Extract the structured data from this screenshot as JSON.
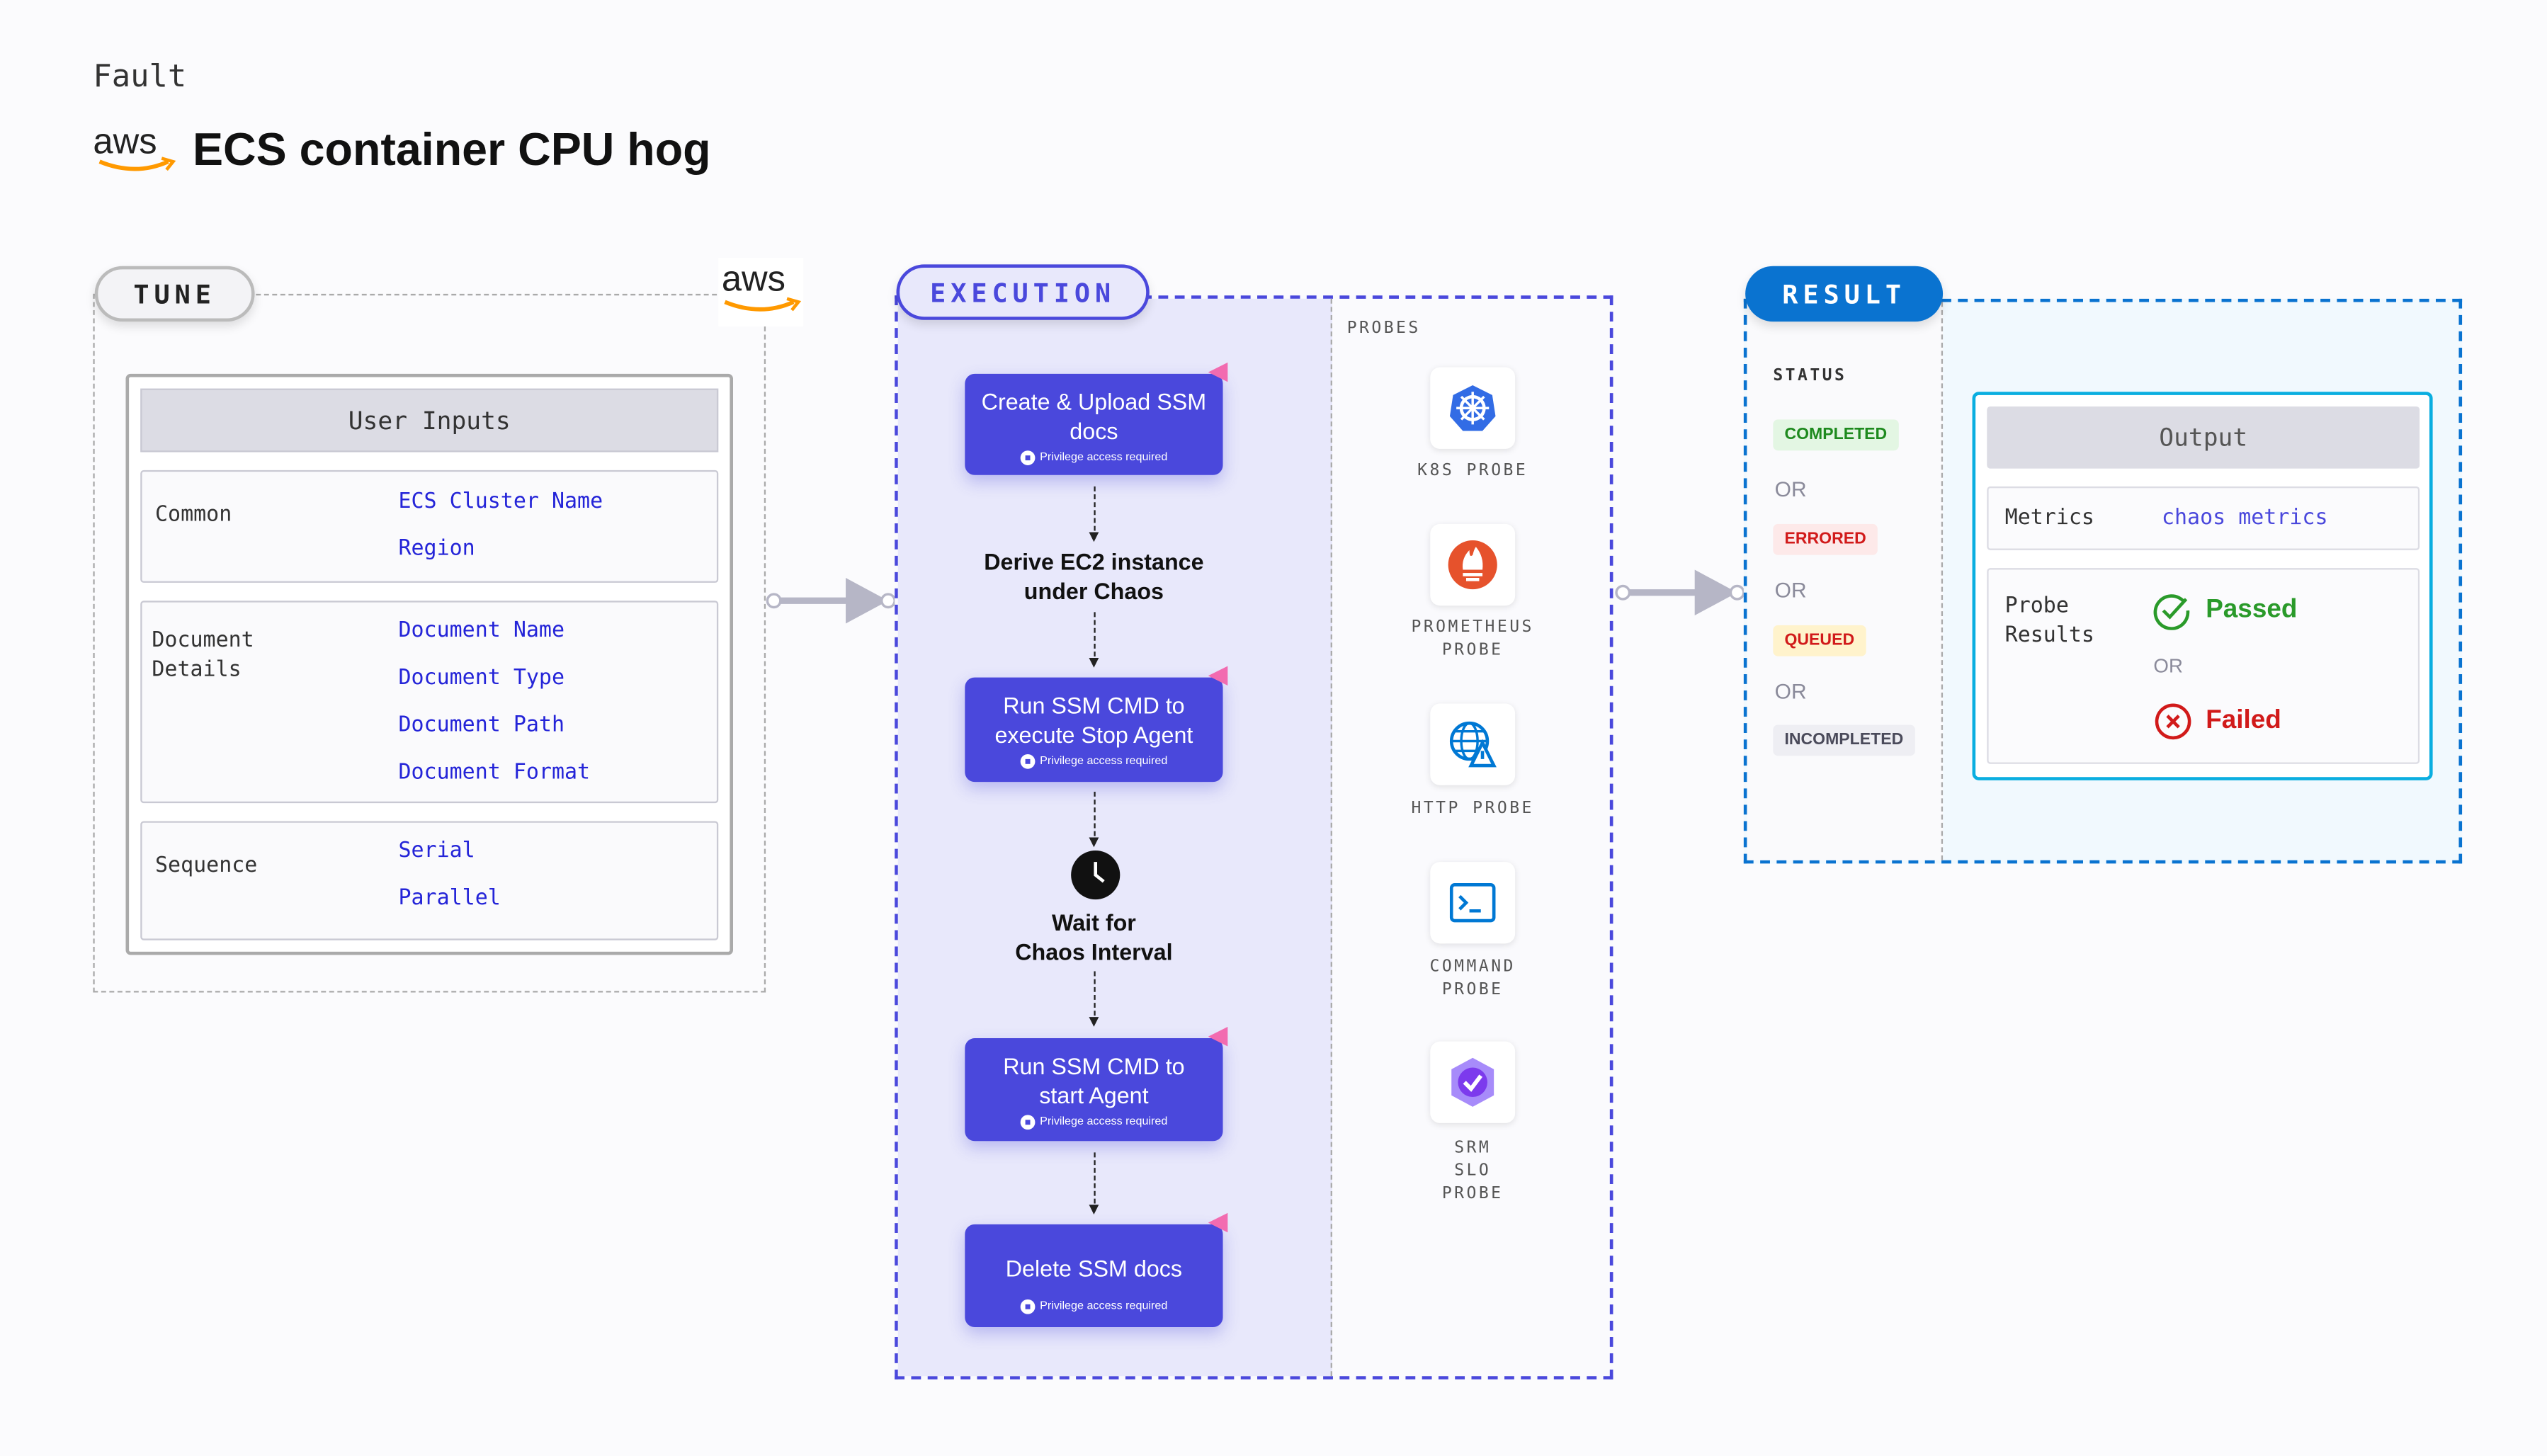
{
  "header": {
    "kicker": "Fault",
    "logo": "aws",
    "title": "ECS container CPU hog"
  },
  "tune": {
    "label": "TUNE",
    "logo": "aws",
    "panel_title": "User Inputs",
    "rows": [
      {
        "label": "Common",
        "values": [
          "ECS Cluster Name",
          "Region"
        ]
      },
      {
        "label": "Document\nDetails",
        "values": [
          "Document Name",
          "Document Type",
          "Document Path",
          "Document Format"
        ]
      },
      {
        "label": "Sequence",
        "values": [
          "Serial",
          "Parallel"
        ]
      }
    ]
  },
  "execution": {
    "label": "EXECUTION",
    "steps": [
      {
        "title": "Create & Upload SSM docs",
        "note": "Privilege access required"
      },
      {
        "title": "Derive EC2 instance under Chaos"
      },
      {
        "title": "Run SSM CMD to execute Stop Agent",
        "note": "Privilege access required"
      },
      {
        "title": "Wait for Chaos Interval"
      },
      {
        "title": "Run SSM CMD to start Agent",
        "note": "Privilege access required"
      },
      {
        "title": "Delete SSM docs",
        "note": "Privilege access required"
      }
    ],
    "probes_label": "PROBES",
    "probes": [
      {
        "label": "K8S PROBE",
        "icon": "kubernetes-icon",
        "color": "#326ce5"
      },
      {
        "label": "PROMETHEUS PROBE",
        "icon": "prometheus-icon",
        "color": "#e6522c"
      },
      {
        "label": "HTTP PROBE",
        "icon": "globe-warning-icon",
        "color": "#0078d4"
      },
      {
        "label": "COMMAND PROBE",
        "icon": "terminal-icon",
        "color": "#0078d4"
      },
      {
        "label": "SRM SLO PROBE",
        "icon": "slo-icon",
        "color": "#8b5cf6"
      }
    ]
  },
  "result": {
    "label": "RESULT",
    "status_label": "STATUS",
    "or": "OR",
    "statuses": [
      {
        "label": "COMPLETED",
        "color": "#1e8a1e",
        "bg": "#e3f6e3"
      },
      {
        "label": "ERRORED",
        "color": "#d11a1a",
        "bg": "#fde9e9"
      },
      {
        "label": "QUEUED",
        "color": "#d11a1a",
        "bg": "#fff3cc"
      },
      {
        "label": "INCOMPLETED",
        "color": "#4a4a5a",
        "bg": "#eeeef3"
      }
    ],
    "output": {
      "title": "Output",
      "metrics_label": "Metrics",
      "metrics_value": "chaos metrics",
      "probe_label": "Probe\nResults",
      "passed": "Passed",
      "failed": "Failed"
    }
  }
}
